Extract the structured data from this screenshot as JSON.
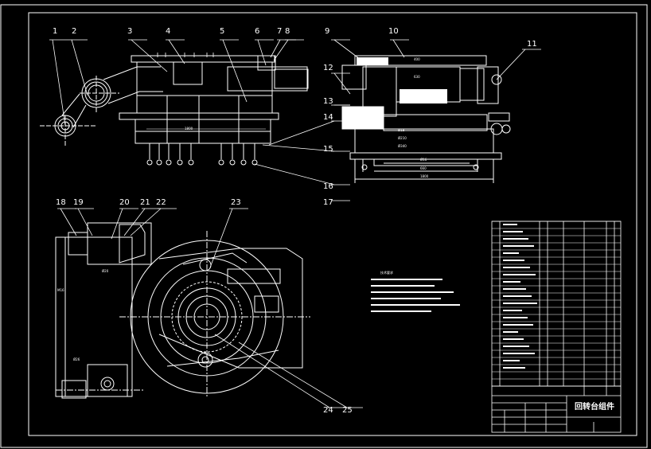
{
  "drawing": {
    "callouts": [
      "1",
      "2",
      "3",
      "4",
      "5",
      "6",
      "7",
      "8",
      "9",
      "10",
      "11",
      "12",
      "13",
      "14",
      "15",
      "16",
      "17",
      "18",
      "19",
      "20",
      "21",
      "22",
      "23",
      "24",
      "25"
    ],
    "title": "回转台组件",
    "notes_heading": "技术要求",
    "dims": {
      "top_front_width": "1800",
      "side_d1": "Ø18",
      "side_d2": "Ø210",
      "side_d3": "Ø340",
      "side_w1": "Ø16",
      "side_w2": "660",
      "side_w3": "1800",
      "side_h1": "630",
      "side_h2": "400",
      "left_detail": "M16",
      "small_detail_a": "Ø20",
      "small_detail_b": "Ø26"
    }
  },
  "colors": {
    "background": "#000000",
    "lines": "#ffffff",
    "leader": "#ffffff"
  }
}
